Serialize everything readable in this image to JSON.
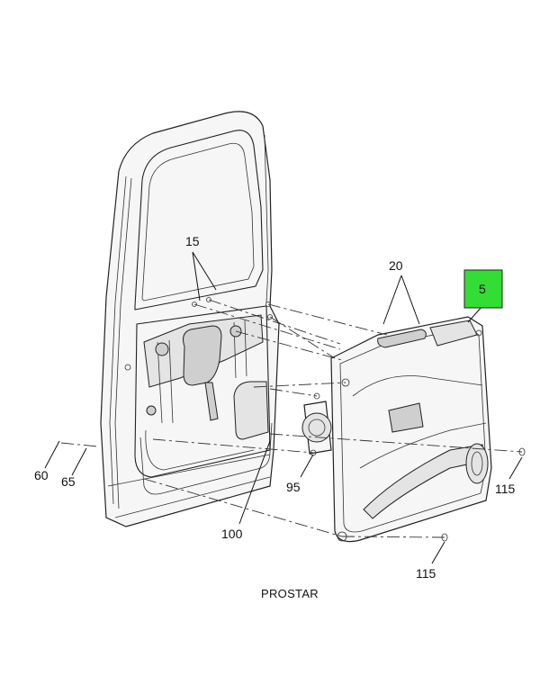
{
  "diagram": {
    "callouts": {
      "c15": "15",
      "c20": "20",
      "c5": "5",
      "c60": "60",
      "c65": "65",
      "c95": "95",
      "c115a": "115",
      "c115b": "115",
      "c100": "100"
    },
    "caption": "PROSTAR",
    "highlight_color": "#33dd33"
  }
}
